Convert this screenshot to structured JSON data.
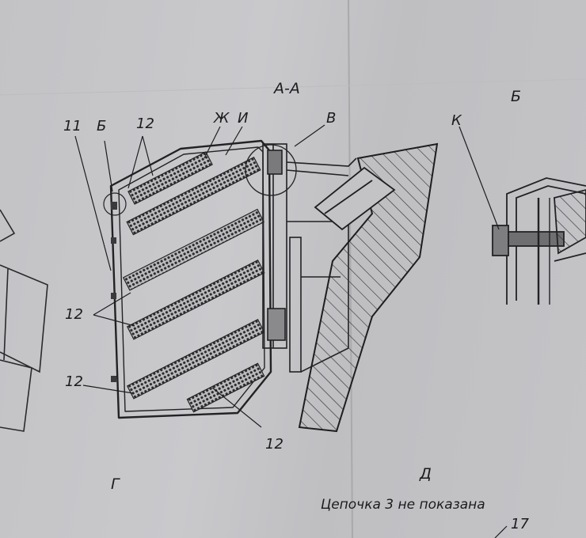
{
  "section_title": "А-А",
  "view_label_b": "Б",
  "labels": {
    "n11": "11",
    "b": "Б",
    "n12_top": "12",
    "zh": "Ж",
    "i": "И",
    "v": "В",
    "k": "К",
    "n12_left_mid": "12",
    "n12_left_low": "12",
    "n12_bottom": "12",
    "g": "Г",
    "d": "Д",
    "n17": "17"
  },
  "note": "Цепочка 3 не показана",
  "colors": {
    "paper": "#c6c6c9",
    "ink": "#1c1c1f"
  }
}
